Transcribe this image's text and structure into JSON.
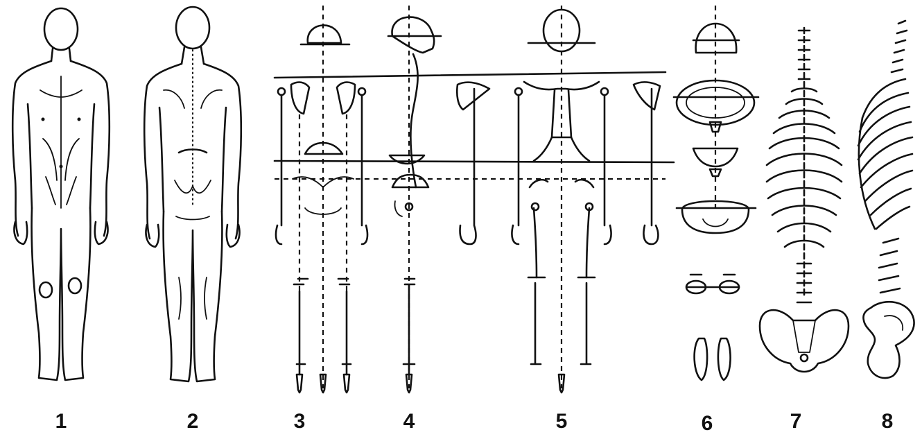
{
  "figure": {
    "panels": [
      {
        "id": "1",
        "label": "1",
        "subject": "front-figure"
      },
      {
        "id": "2",
        "label": "2",
        "subject": "back-figure"
      },
      {
        "id": "3",
        "label": "3",
        "subject": "front-skeletal-schematic"
      },
      {
        "id": "4",
        "label": "4",
        "subject": "side-skeletal-schematic"
      },
      {
        "id": "5",
        "label": "5",
        "subject": "rear-skeletal-schematic"
      },
      {
        "id": "6",
        "label": "6",
        "subject": "top-view-sections"
      },
      {
        "id": "7",
        "label": "7",
        "subject": "spine-and-ribs-front"
      },
      {
        "id": "8",
        "label": "8",
        "subject": "spine-and-ribs-side"
      }
    ]
  }
}
